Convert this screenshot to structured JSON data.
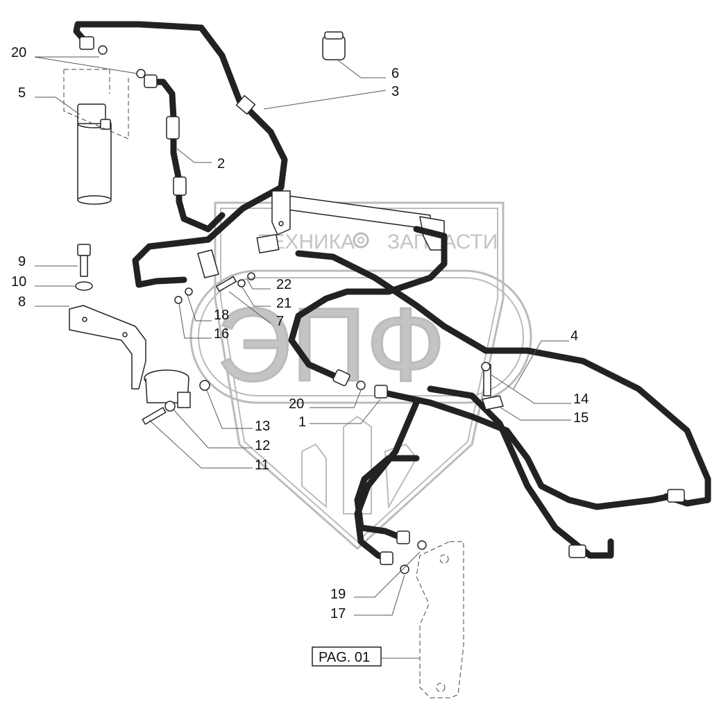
{
  "watermark": {
    "line1_left": "ТЕХНИКА",
    "line1_right": "ЗАПЧАСТИ",
    "big": "ЭПФ"
  },
  "reference_box": "PAG. 01",
  "callouts": [
    "20",
    "5",
    "6",
    "3",
    "2",
    "9",
    "10",
    "8",
    "22",
    "21",
    "18",
    "7",
    "16",
    "4",
    "20",
    "1",
    "14",
    "15",
    "13",
    "12",
    "11",
    "19",
    "17"
  ],
  "colors": {
    "line": "#222222",
    "watermark": "#bbbbbb"
  }
}
